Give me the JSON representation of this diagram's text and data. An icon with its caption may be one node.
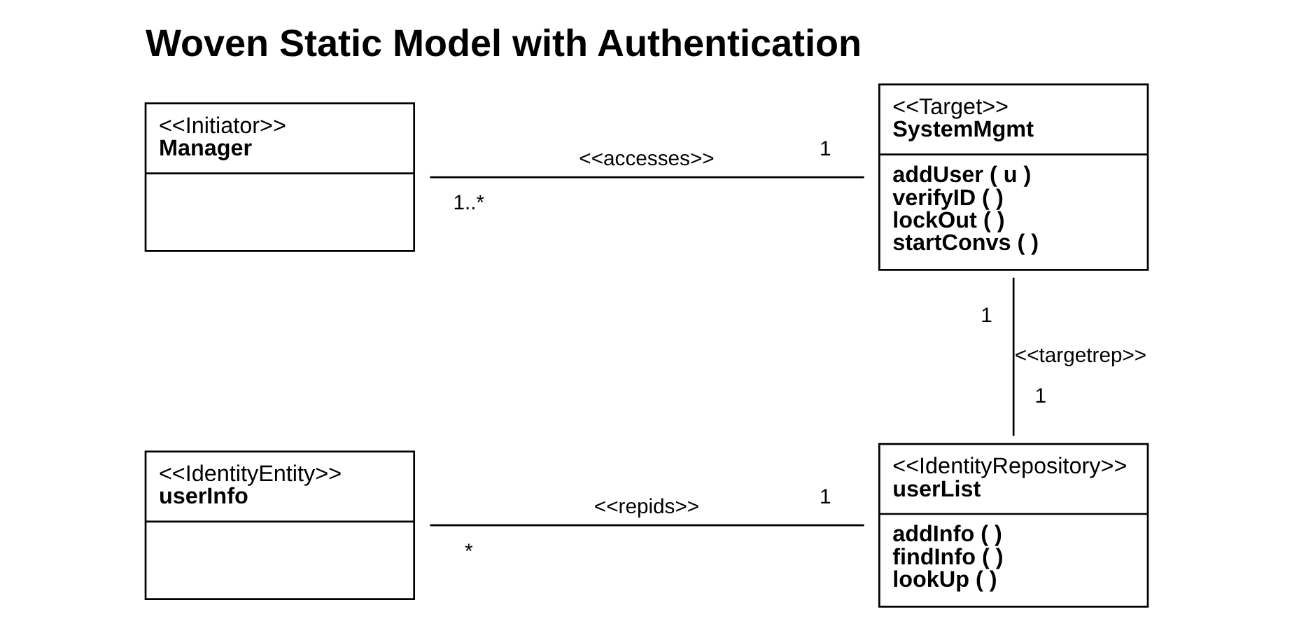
{
  "diagram": {
    "title": "Woven Static Model with Authentication",
    "nodes": [
      {
        "text": [
          "<<Initiator>>",
          "Manager"
        ]
      },
      {
        "text": [
          "<<Target>>",
          "SystemMgmt",
          "addUser ( u )",
          "verifyID ( )",
          "lockOut ( )",
          "startConvs ( )"
        ]
      },
      {
        "text": [
          "<<IdentityEntity>>",
          "userInfo"
        ]
      },
      {
        "text": [
          "<<IdentityRepository>>",
          "userList",
          "addInfo ( )",
          "findInfo ( )",
          "lookUp ( )"
        ]
      }
    ],
    "edges": [
      {
        "from": 0,
        "to": 1,
        "arrow": "none",
        "label": "<<accesses>>"
      },
      {
        "from": 1,
        "to": 3,
        "arrow": "none",
        "label": "<<targetrep>>"
      },
      {
        "from": 2,
        "to": 3,
        "arrow": "none",
        "label": "<<repids>>"
      }
    ],
    "labels": [
      "1..*",
      "1",
      "1",
      "1",
      "*",
      "1"
    ]
  }
}
